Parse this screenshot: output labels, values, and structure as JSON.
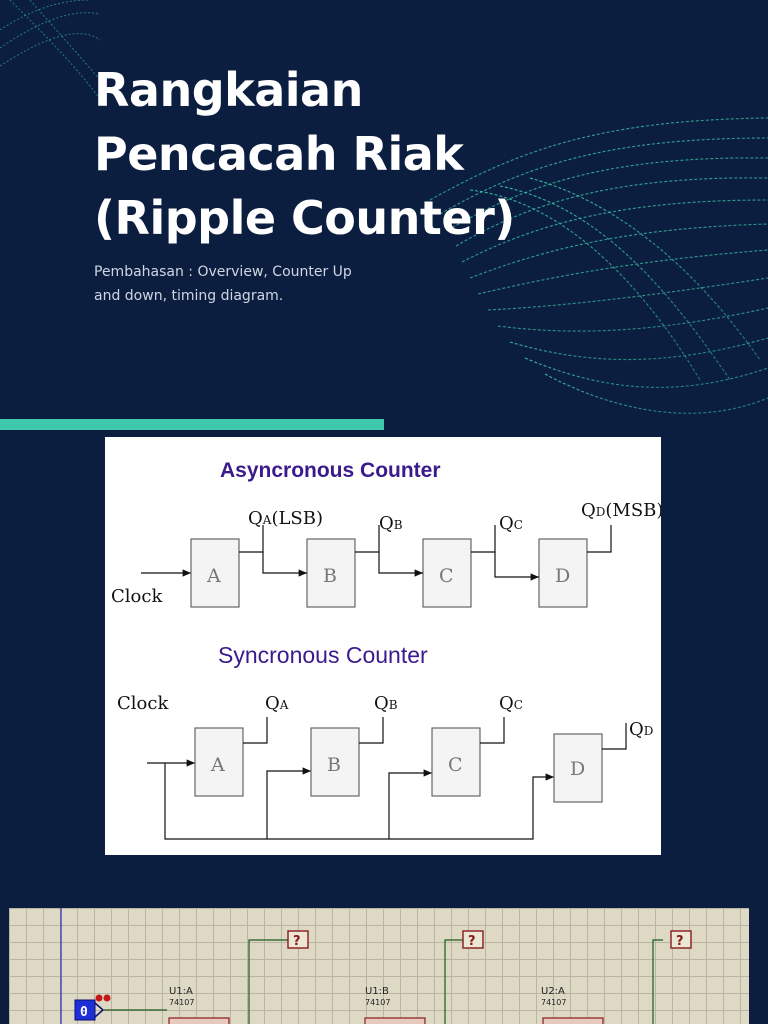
{
  "title_lines": [
    "Rangkaian",
    "Pencacah Riak",
    "(Ripple Counter)"
  ],
  "subtitle_lines": [
    "Pembahasan :  Overview, Counter Up",
    "and down, timing diagram."
  ],
  "colors": {
    "background": "#0b1e40",
    "accent": "#3ec9ad",
    "heading_purple": "#3a1a8c"
  },
  "async_diagram": {
    "heading": "Asyncronous Counter",
    "clock_label": "Clock",
    "blocks": [
      "A",
      "B",
      "C",
      "D"
    ],
    "outputs": [
      {
        "main": "Q",
        "sub": "A",
        "suffix": "(LSB)"
      },
      {
        "main": "Q",
        "sub": "B",
        "suffix": ""
      },
      {
        "main": "Q",
        "sub": "C",
        "suffix": ""
      },
      {
        "main": "Q",
        "sub": "D",
        "suffix": "(MSB)"
      }
    ]
  },
  "sync_diagram": {
    "heading": "Syncronous Counter",
    "clock_label": "Clock",
    "blocks": [
      "A",
      "B",
      "C",
      "D"
    ],
    "outputs": [
      {
        "main": "Q",
        "sub": "A"
      },
      {
        "main": "Q",
        "sub": "B"
      },
      {
        "main": "Q",
        "sub": "C"
      },
      {
        "main": "Q",
        "sub": "D"
      }
    ]
  },
  "simulation": {
    "probe_label": "?",
    "logic_state": "0",
    "chips": [
      {
        "name": "U1:A",
        "part": "74107"
      },
      {
        "name": "U1:B",
        "part": "74107"
      },
      {
        "name": "U2:A",
        "part": "74107"
      }
    ]
  }
}
